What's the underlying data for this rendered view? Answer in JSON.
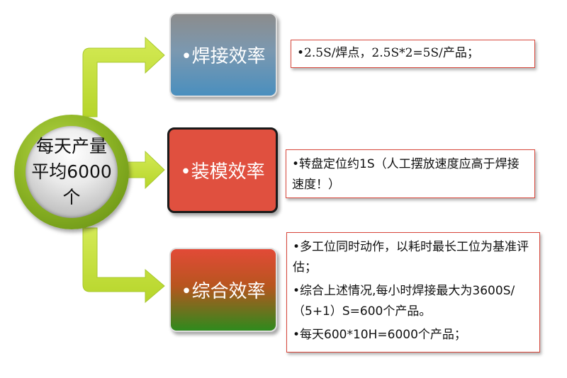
{
  "hub": {
    "text": "每天产量平均6000个"
  },
  "branches": [
    {
      "label": "•焊接效率",
      "lines": [
        "•2.5S/焊点，2.5S*2=5S/产品；"
      ]
    },
    {
      "label": "•装模效率",
      "lines": [
        "•转盘定位约1S（人工摆放速度应高于焊接速度！）"
      ]
    },
    {
      "label": "•综合效率",
      "lines": [
        "•多工位同时动作，以耗时最长工位为基准评估；",
        "•综合上述情况,每小时焊接最大为3600S/（5+1）S=600个产品。",
        "•每天600*10H=6000个产品；"
      ]
    }
  ],
  "colors": {
    "connector": "#c6df3a",
    "hub_ring": "#8fb626",
    "box1": "#4a8fbe",
    "box2": "#e0503f",
    "box3_top": "#e24a37",
    "box3_bottom": "#2e8a1d",
    "desc_border": "#d8463a"
  }
}
